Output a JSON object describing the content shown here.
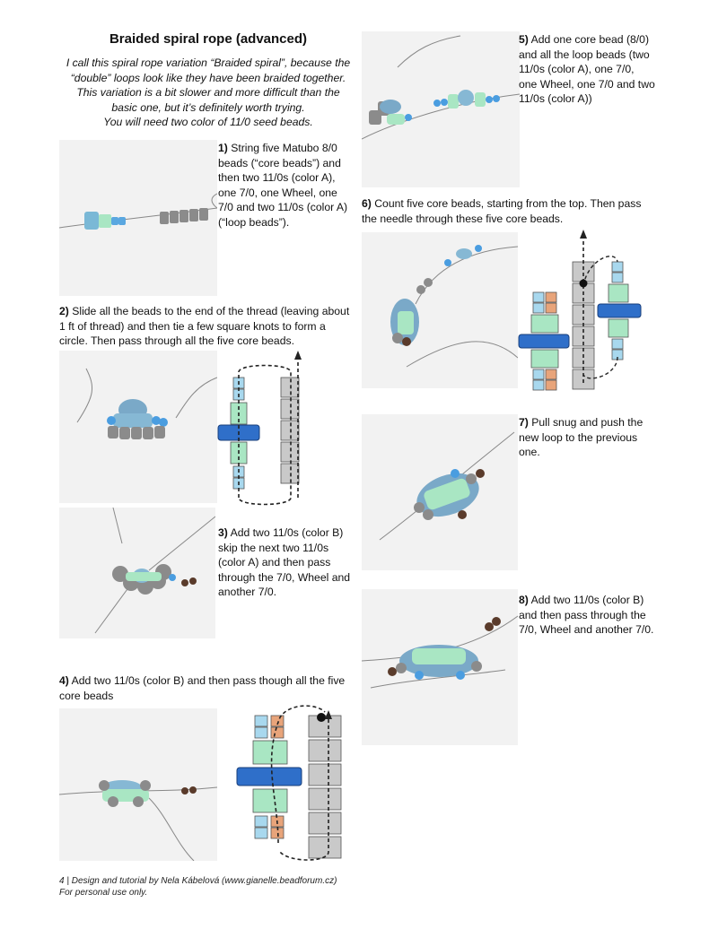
{
  "page": {
    "title": "Braided spiral rope (advanced)",
    "intro": [
      "I call this spiral rope variation “Braided spiral”, because the",
      "“double” loops look like they have been braided together.",
      "This variation is a bit slower and more difficult than the",
      "basic one, but it’s definitely worth trying.",
      "You will need two color of 11/0 seed beads."
    ]
  },
  "steps": [
    {
      "num": "1)",
      "lines": [
        "String five Matubo 8/0",
        "beads (“core beads”) and",
        "then two 11/0s (color A),",
        "one 7/0, one Wheel, one",
        "7/0 and two 11/0s (color A)",
        "(“loop beads”)."
      ]
    },
    {
      "num": "2)",
      "lines": [
        "Slide all the beads to the end of the thread (leaving about",
        "1 ft of thread) and then tie a few square knots to form a",
        "circle. Then pass through all the five core beads."
      ]
    },
    {
      "num": "3)",
      "lines": [
        "Add two 11/0s (color B)",
        "skip the next two 11/0s",
        "(color A) and then pass",
        "through the 7/0, Wheel and",
        "another 7/0."
      ]
    },
    {
      "num": "4)",
      "lines": [
        "Add two 11/0s (color B) and then pass though all the five",
        "core beads"
      ]
    },
    {
      "num": "5)",
      "lines": [
        "Add one core bead (8/0)",
        "and all the loop beads (two",
        "11/0s (color A), one 7/0,",
        "one Wheel, one 7/0 and two",
        "11/0s (color A))"
      ]
    },
    {
      "num": "6)",
      "lines": [
        "Count five core beads, starting from the top. Then pass",
        "the needle through these five core beads."
      ]
    },
    {
      "num": "7)",
      "lines": [
        "Pull snug and push the",
        "new loop to the previous",
        "one."
      ]
    },
    {
      "num": "8)",
      "lines": [
        "Add two 11/0s (color B)",
        "and then pass through the",
        "7/0, Wheel and another 7/0."
      ]
    }
  ],
  "footer": {
    "line1": "4 | Design and tutorial by Nela Kábelová (www.gianelle.beadforum.cz)",
    "line2": "For personal use only."
  },
  "colors": {
    "core_bead": "#c9c9c9",
    "seed_color_a": "#a8d8ee",
    "seed_color_b": "#e8a47a",
    "bead_7_0": "#a9e6c3",
    "wheel": "#2f6fc9",
    "photo_background": "#f2f2f2"
  }
}
